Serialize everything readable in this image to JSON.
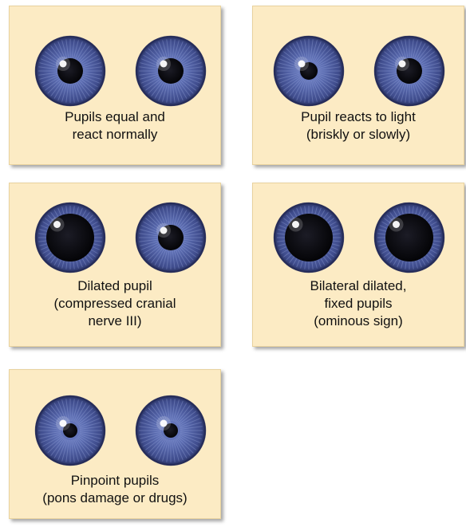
{
  "colors": {
    "card_background": "#fcebc4",
    "iris": "#4f5d9e",
    "pupil": "#0b0b12"
  },
  "panels": [
    {
      "caption": [
        "Pupils equal and",
        "react normally"
      ],
      "pupils": [
        "normal",
        "normal"
      ]
    },
    {
      "caption": [
        "Pupil reacts to light",
        "(briskly or slowly)"
      ],
      "pupils": [
        "small",
        "normal"
      ]
    },
    {
      "caption": [
        "Dilated pupil",
        "(compressed cranial",
        "nerve III)"
      ],
      "pupils": [
        "dilated",
        "normal"
      ]
    },
    {
      "caption": [
        "Bilateral dilated,",
        "fixed pupils",
        "(ominous sign)"
      ],
      "pupils": [
        "dilated",
        "dilated"
      ]
    },
    {
      "caption": [
        "Pinpoint pupils",
        "(pons damage or drugs)"
      ],
      "pupils": [
        "pinpoint",
        "pinpoint"
      ]
    }
  ]
}
